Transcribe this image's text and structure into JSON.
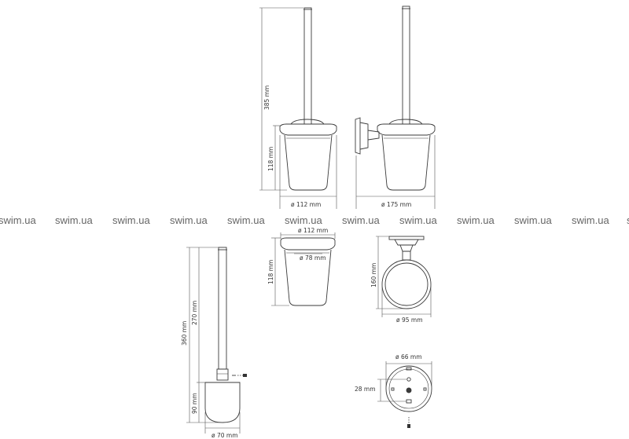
{
  "watermark": {
    "text": "swim.ua",
    "color": "#666666"
  },
  "colors": {
    "line": "#3a3a3a",
    "dimension": "#555555",
    "background": "#ffffff"
  },
  "front_view": {
    "height_total": "385 mm",
    "height_cup": "118 mm",
    "diameter": "ø 112 mm"
  },
  "side_view": {
    "depth": "ø 175 mm"
  },
  "cup_view": {
    "height": "118 mm",
    "outer_diameter": "ø 112 mm",
    "inner_diameter": "ø 78 mm"
  },
  "ring_view": {
    "height": "160 mm",
    "diameter": "ø 95 mm"
  },
  "brush_view": {
    "total_length": "360 mm",
    "handle_length": "270 mm",
    "head_height": "90 mm",
    "head_diameter": "ø 70 mm"
  },
  "mount_view": {
    "diameter": "ø 66 mm",
    "hole_spacing": "28 mm"
  }
}
